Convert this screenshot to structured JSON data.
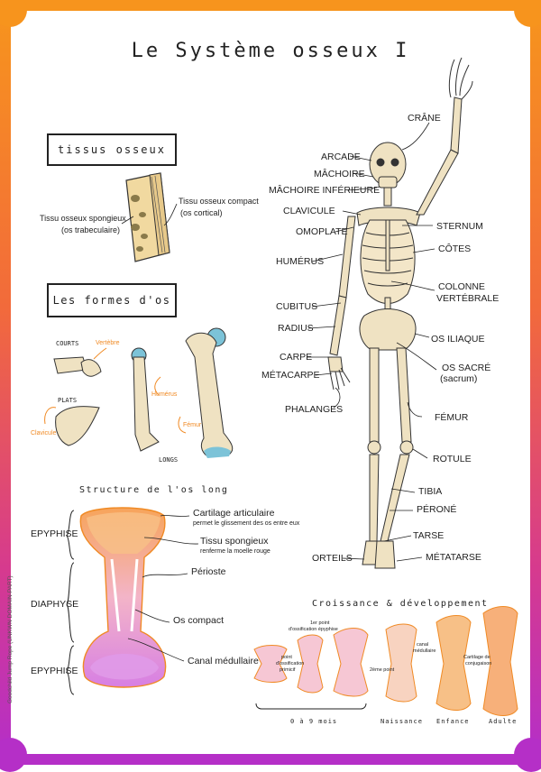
{
  "title": "Le Système osseux I",
  "tissus": {
    "heading": "tissus osseux",
    "spongy_1": "Tissu osseux spongieux",
    "spongy_2": "(os trabeculaire)",
    "compact_1": "Tissu osseux compact",
    "compact_2": "(os cortical)"
  },
  "formes": {
    "heading": "Les formes d'os",
    "courts": "COURTS",
    "vertebre": "Vertèbre",
    "plats": "PLATS",
    "clavicule": "Clavicule",
    "humerus": "Humérus",
    "femur": "Fémur",
    "longs": "LONGS"
  },
  "structure": {
    "heading": "Structure de l'os long",
    "epiphyse_top": "EPYPHISE",
    "diaphyse": "DIAPHYSE",
    "epiphyse_bottom": "EPYPHISE",
    "cartilage": "Cartilage articulaire",
    "cartilage_desc": "permet le glissement des os entre eux",
    "spongieux": "Tissu spongieux",
    "spongieux_desc": "renferme la moelle rouge",
    "periosteum": "Périoste",
    "compact": "Os compact",
    "canal": "Canal médullaire"
  },
  "skeleton": {
    "left": [
      "ARCADE",
      "MÂCHOIRE",
      "MÂCHOIRE INFÉRIEURE",
      "CLAVICULE",
      "OMOPLATE",
      "HUMÉRUS",
      "CUBITUS",
      "RADIUS",
      "CARPE",
      "MÉTACARPE",
      "PHALANGES",
      "ORTEILS"
    ],
    "right": [
      "CRÂNE",
      "STERNUM",
      "CÔTES",
      "COLONNE",
      "VERTÉBRALE",
      "OS ILIAQUE",
      "OS SACRÉ",
      "(sacrum)",
      "FÉMUR",
      "ROTULE",
      "TIBIA",
      "PÉRONÉ",
      "TARSE",
      "MÉTATARSE"
    ]
  },
  "croissance": {
    "heading": "Croissance & développement",
    "point_primaire_1": "point",
    "point_primaire_2": "d'ossification",
    "point_primaire_3": "primicif",
    "premier_point_1": "1er point",
    "premier_point_2": "d'ossification épyphise",
    "deuxieme_point": "2ème point",
    "canal_1": "canal",
    "canal_2": "médullaire",
    "cartilage_1": "Cartilage de",
    "cartilage_2": "conjugaison",
    "stage_0_9": "0 à 9 mois",
    "naissance": "Naissance",
    "enfance": "Enfance",
    "adulte": "Adulte"
  },
  "credit": "Goodchild Jump Rope (UNKWN DOMAIN-PART)",
  "colors": {
    "orange": "#f7941d",
    "magenta": "#b52fc7",
    "bone": "#f1d9a0",
    "accent_blue": "#7cc3d8"
  }
}
